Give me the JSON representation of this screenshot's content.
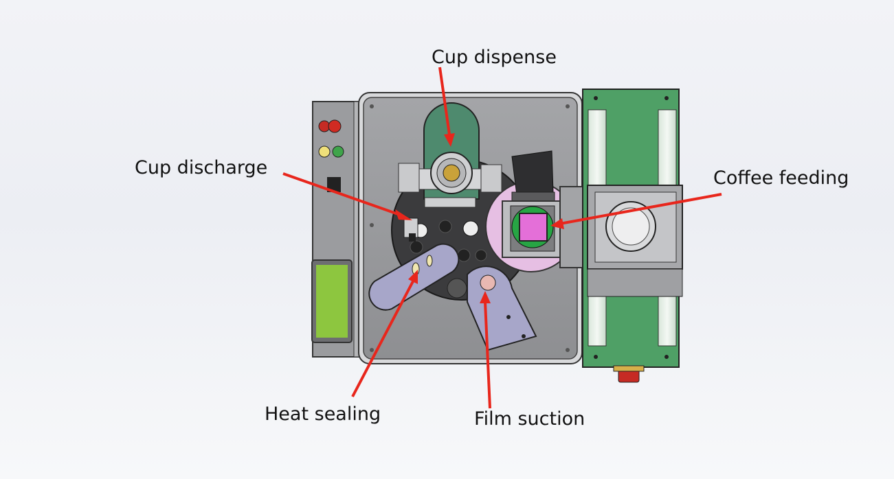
{
  "diagram": {
    "labels": {
      "cup_dispense": "Cup dispense",
      "cup_discharge": "Cup discharge",
      "coffee_feeding": "Coffee feeding",
      "heat_sealing": "Heat sealing",
      "film_suction": "Film suction"
    },
    "colors": {
      "arrow": "#e8261c",
      "cabinet": "#8d8f92",
      "plate": "#9a9b9e",
      "green_rail": "#4fa066",
      "mount": "#4e8a6e",
      "screen": "#8dc63f",
      "pink_disc": "#e6bfe3",
      "magenta": "#e46fd8",
      "lilac": "#a7a6c9",
      "turntable": "#3b3b3d"
    }
  }
}
